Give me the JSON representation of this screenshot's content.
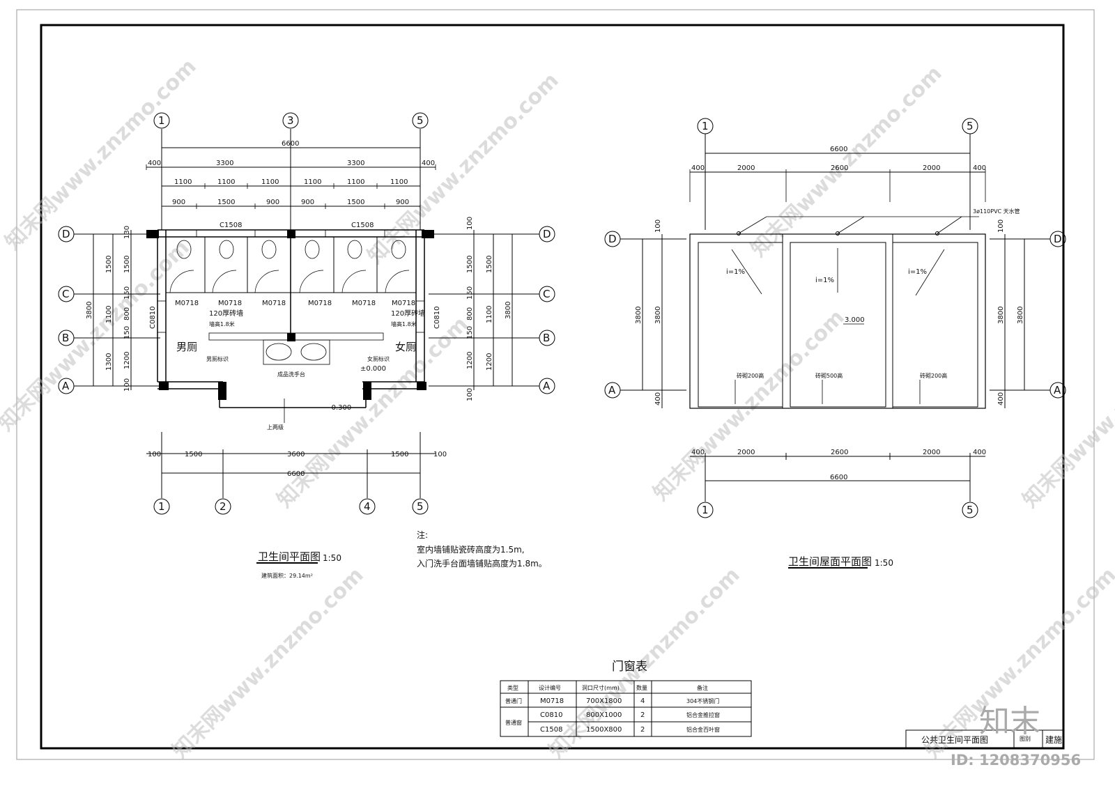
{
  "watermark": {
    "text": "知末网www.znzmo.com",
    "logo": "知末",
    "id_text": "ID: 1208370956"
  },
  "floor_plan": {
    "axes_top": [
      "1",
      "3",
      "5"
    ],
    "axes_bottom": [
      "1",
      "2",
      "4",
      "5"
    ],
    "axes_side": [
      "D",
      "C",
      "B",
      "A"
    ],
    "dim_total": "6600",
    "dim_row1": [
      "400",
      "3300",
      "3300",
      "400"
    ],
    "dim_row2": [
      "1100",
      "1100",
      "1100",
      "1100",
      "1100",
      "1100"
    ],
    "dim_row3": [
      "900",
      "1500",
      "900",
      "900",
      "1500",
      "900"
    ],
    "dim_bottom": [
      "100",
      "1500",
      "3600",
      "1500",
      "100"
    ],
    "dim_left_outer": "3800",
    "dim_left_mid": [
      "1500",
      "1100",
      "1300"
    ],
    "dim_left_inner": [
      "130",
      "1500",
      "150",
      "800",
      "150",
      "1200",
      "100"
    ],
    "dim_right_outer": "3800",
    "dim_right_mid": [
      "1500",
      "1100",
      "1200"
    ],
    "dim_right_inner": [
      "100",
      "1500",
      "150",
      "800",
      "150",
      "1200",
      "100"
    ],
    "window_c1508": "C1508",
    "window_c0810": "C0810",
    "door_m0718": "M0718",
    "wall_note_1": "120厚砖墙",
    "wall_note_2": "墙高1.8米",
    "men": "男厕",
    "women": "女厕",
    "men_sign": "男厕标识",
    "women_sign": "女厕标识",
    "sink": "成品洗手台",
    "elev_0": "±0.000",
    "elev_out": "-0.300",
    "steps": "上两级",
    "title": "卫生间平面图",
    "scale": "1:50",
    "area": "建筑面积：29.14m²"
  },
  "notes": {
    "head": "注:",
    "line1": "室内墙铺贴瓷砖高度为1.5m,",
    "line2": "入门洗手台面墙铺贴高度为1.8m。"
  },
  "roof_plan": {
    "axes_top": [
      "1",
      "5"
    ],
    "axes_side": [
      "D",
      "A"
    ],
    "dim_total": "6600",
    "dim_row": [
      "400",
      "2000",
      "2600",
      "2000",
      "400"
    ],
    "dim_left": [
      "100",
      "3800",
      "400"
    ],
    "dim_left_outer": "3800",
    "dim_right": [
      "100",
      "3800",
      "400"
    ],
    "dim_right_outer": "3800",
    "pipe": "3ø110PVC 天水管",
    "slope": "i=1%",
    "elev": "3.000",
    "parapet_side": "砖砌200高",
    "parapet_mid": "砖砌500高",
    "title": "卫生间屋面平面图",
    "scale": "1:50"
  },
  "door_table": {
    "title": "门窗表",
    "headers": [
      "类型",
      "设计编号",
      "洞口尺寸(mm)",
      "数量",
      "备注"
    ],
    "group_door": "普通门",
    "group_window": "普通窗",
    "rows": [
      [
        "M0718",
        "700X1800",
        "4",
        "304不锈钢门"
      ],
      [
        "C0810",
        "800X1000",
        "2",
        "铝合金推拉窗"
      ],
      [
        "C1508",
        "1500X800",
        "2",
        "铝合金百叶窗"
      ]
    ]
  },
  "title_block": {
    "drawing_name": "公共卫生间平面图",
    "cell1": "图别",
    "cell2": "建施"
  }
}
